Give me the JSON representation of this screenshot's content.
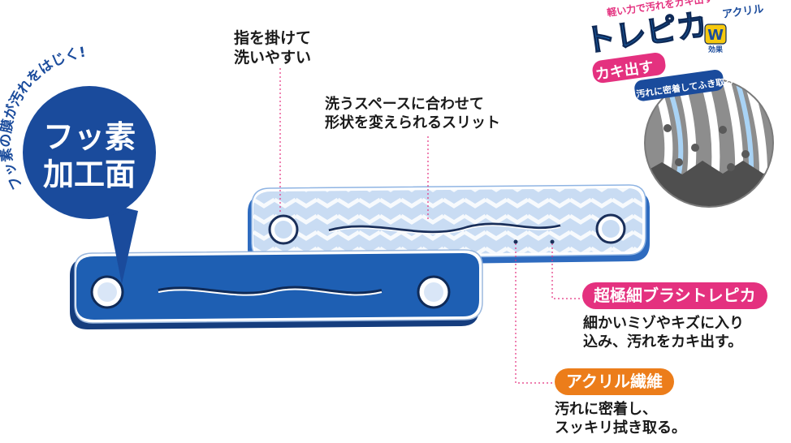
{
  "badge": {
    "arc_text": "フッ素の膜が汚れをはじく!",
    "line1": "フッ素",
    "line2": "加工面"
  },
  "callouts": {
    "grip": "指を掛けて\n洗いやすい",
    "slit": "洗うスペースに合わせて\n形状を変えられるスリット"
  },
  "features": [
    {
      "label": "超極細ブラシトレピカ",
      "description": "細かいミゾやキズに入り\n込み、汚れをカキ出す。"
    },
    {
      "label": "アクリル繊維",
      "description": "汚れに密着し、\nスッキリ拭き取る。"
    }
  ],
  "logo": {
    "tagline": "軽い力で汚れをカキ出す",
    "material": "アクリル",
    "name": "トレピカ",
    "mark": "W",
    "mark_sub": "効果",
    "sub1": "カキ出す",
    "sub2": "汚れに密着してふき取る"
  },
  "colors": {
    "navy": "#1a4b9c",
    "fluoro_blue": "#1e5fb3",
    "sponge_light": "#c9dcf3",
    "magenta": "#e4317f",
    "orange": "#ec7d1a",
    "leader_pink": "#e4317f"
  }
}
